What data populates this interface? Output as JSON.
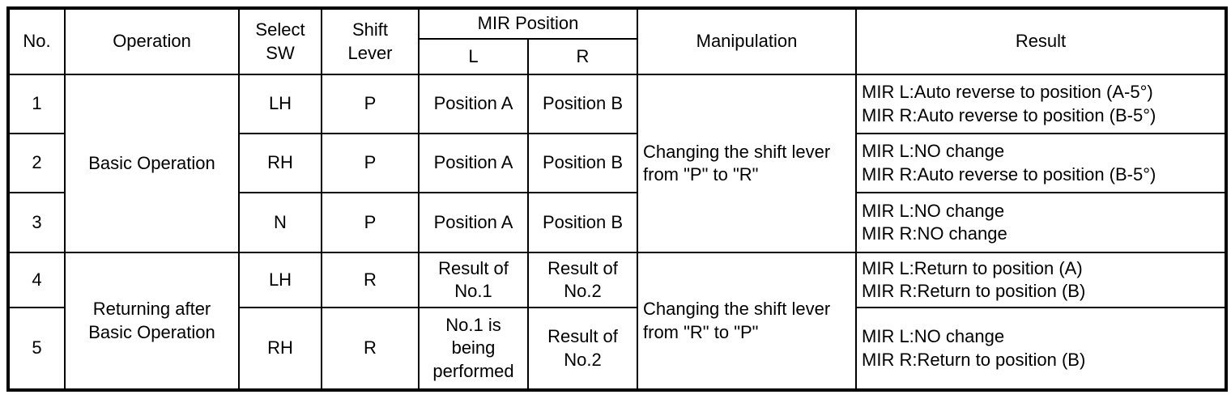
{
  "page": {
    "background": "#ffffff",
    "line_color": "#000000",
    "text_color": "#000000"
  },
  "table": {
    "header": {
      "no": "No.",
      "operation": "Operation",
      "select_sw": "Select SW",
      "shift_lever": "Shift Lever",
      "mir_position": "MIR Position",
      "mir_l": "L",
      "mir_r": "R",
      "manipulation": "Manipulation",
      "result": "Result"
    },
    "groups": [
      {
        "operation": "Basic Operation",
        "manipulation": "Changing the shift lever from \"P\" to \"R\""
      },
      {
        "operation": "Returning after Basic Operation",
        "manipulation": "Changing the shift lever from \"R\" to \"P\""
      }
    ],
    "rows": [
      {
        "no": "1",
        "select_sw": "LH",
        "shift_lever": "P",
        "mir_l": "Position A",
        "mir_r": "Position B",
        "result": [
          "MIR L:Auto reverse to position (A-5°)",
          "MIR R:Auto reverse to position (B-5°)"
        ]
      },
      {
        "no": "2",
        "select_sw": "RH",
        "shift_lever": "P",
        "mir_l": "Position A",
        "mir_r": "Position B",
        "result": [
          "MIR L:NO change",
          "MIR R:Auto reverse to position (B-5°)"
        ]
      },
      {
        "no": "3",
        "select_sw": "N",
        "shift_lever": "P",
        "mir_l": "Position A",
        "mir_r": "Position B",
        "result": [
          "MIR L:NO change",
          "MIR R:NO change"
        ]
      },
      {
        "no": "4",
        "select_sw": "LH",
        "shift_lever": "R",
        "mir_l": "Result of No.1",
        "mir_r": "Result of No.2",
        "result": [
          "MIR L:Return to position (A)",
          "MIR R:Return to position (B)"
        ]
      },
      {
        "no": "5",
        "select_sw": "RH",
        "shift_lever": "R",
        "mir_l": "No.1 is being performed",
        "mir_r": "Result of No.2",
        "result": [
          "MIR L:NO change",
          "MIR R:Return to position (B)"
        ]
      }
    ]
  }
}
